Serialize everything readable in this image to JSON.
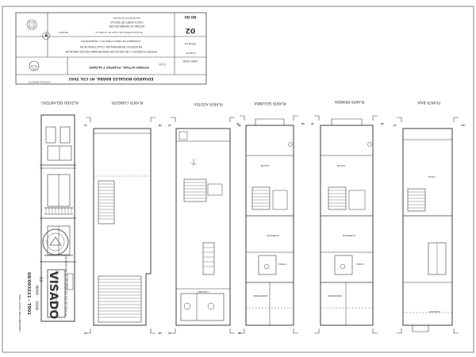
{
  "title_block": {
    "author_line": "EDUARDO NOGALES BARBA. Nº COL 5892",
    "author_caption": "AUTOR DEL PROYECTO",
    "plan_title": "ESTADO ACTUAL. PLANTAS Y ALZADO",
    "scale": "1:100",
    "date": "MAYO 2008",
    "project_line_1": "PROYECTO BÁSICO Y DE EJECUCIÓN PARA REHABILITACIÓN SINGULAR",
    "project_line_2": "EN EDIFICIO PLURIFAMILIAR. CALLE FERIA Nº 85",
    "project_line_3": "SEVILLA",
    "client_1": "CONSEJERÍA DE OBRAS PÚBLICAS Y TRANSPORTES",
    "client_2": "Empresa Pública de Suelo de Andalucía",
    "office_1": "OFICINA DE REHABILITACIÓN",
    "office_2": "CASCO NORTE DE SEVILLA",
    "office_3": "Ayuntamiento de Sevilla",
    "plan_number": "02",
    "plan_label": "PLANO Nº",
    "no_do": "NO DO",
    "city_badge": "SEVILLA"
  },
  "floor_titles": {
    "alzado": "ALZADO DELANTERO.",
    "cubierta": "PLANTA CUBIERTA.",
    "azotea": "PLANTA AZOTEA.",
    "segunda": "PLANTA SEGUNDA.",
    "primera": "PLANTA PRIMERA.",
    "baja": "PLANTA BAJA."
  },
  "room_labels": {
    "salon": "SALÓN",
    "comedor": "COMEDOR",
    "cocina": "COCINA",
    "dormitorio": "DORMITORIO",
    "lavadero": "LAVADERO",
    "local": "LOCAL",
    "almacen": "ALMACÉN"
  },
  "section_marks": {
    "a": "A",
    "b": "B"
  },
  "visado": {
    "word": "VISADO",
    "number": "08/003221 - T001",
    "day": "13",
    "month": "MAYO",
    "year": "2008",
    "college": "COLEGIO OFICIAL DE ARQUITECTOS DE SEVILLA",
    "note": "PARA VISADO REGLAMENTARIO"
  },
  "colors": {
    "line": "#3c3c3c",
    "ink": "#1a1a1a",
    "light": "#8a8a8a",
    "paper": "#ffffff",
    "stamp": "#555555"
  }
}
